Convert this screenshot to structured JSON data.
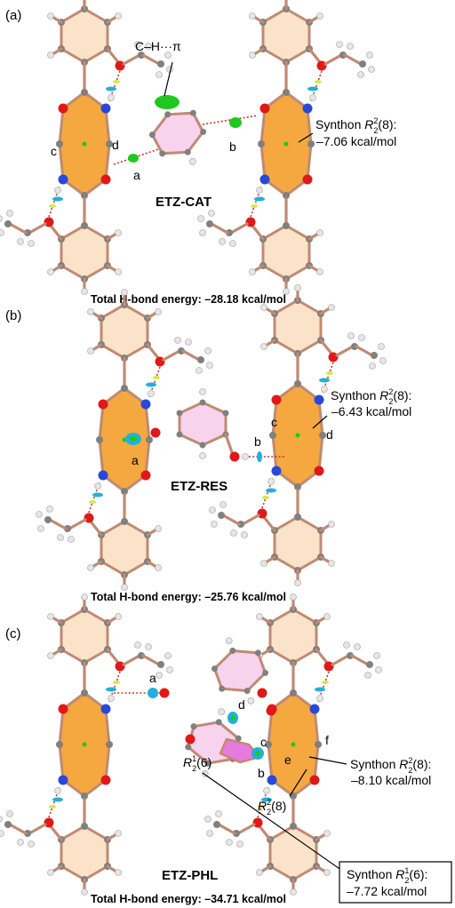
{
  "panels": [
    {
      "letter": "(a)",
      "molecule": "ETZ-CAT",
      "energy": "Total H-bond energy: –28.18 kcal/mol",
      "sites": [
        "a",
        "b",
        "c",
        "d"
      ],
      "interaction": "C–H···π",
      "synthon_prefix": "Synthon ",
      "synthon_R": "R",
      "synthon_sup": "2",
      "synthon_sub": "2",
      "synthon_ring": "(8):",
      "synthon_energy": "–7.06 kcal/mol"
    },
    {
      "letter": "(b)",
      "molecule": "ETZ-RES",
      "energy": "Total H-bond energy: –25.76 kcal/mol",
      "sites": [
        "a",
        "b",
        "c",
        "d"
      ],
      "synthon_prefix": "Synthon ",
      "synthon_R": "R",
      "synthon_sup": "2",
      "synthon_sub": "2",
      "synthon_ring": "(8):",
      "synthon_energy": "–6.43 kcal/mol"
    },
    {
      "letter": "(c)",
      "molecule": "ETZ-PHL",
      "energy": "Total H-bond energy: –34.71 kcal/mol",
      "sites": [
        "a",
        "b",
        "c",
        "d",
        "e",
        "f"
      ],
      "synthon_prefix": "Synthon ",
      "synthon_R": "R",
      "synthon_sup": "2",
      "synthon_sub": "2",
      "synthon_ring": "(8):",
      "synthon_energy": "–8.10 kcal/mol",
      "r16_R": "R",
      "r16_sup": "1",
      "r16_sub": "2",
      "r16_ring": "(6)",
      "r28_R": "R",
      "r28_sup": "2",
      "r28_sub": "2",
      "r28_ring": "(8)",
      "box_prefix": "Synthon ",
      "box_R": "R",
      "box_sup": "1",
      "box_sub": "2",
      "box_ring": "(6):",
      "box_energy": "–7.72 kcal/mol"
    }
  ]
}
